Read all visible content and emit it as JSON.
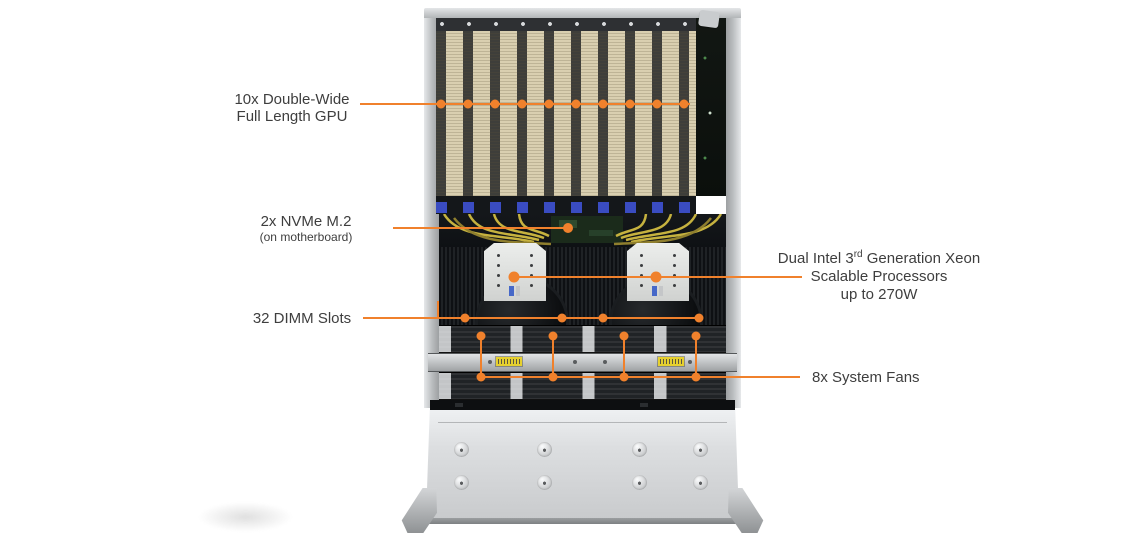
{
  "diagram": {
    "accent_color": "#f0812c",
    "text_color": "#3e3e3e",
    "callouts": {
      "gpu": {
        "line1": "10x Double-Wide",
        "line2": "Full Length GPU"
      },
      "nvme": {
        "line1": "2x NVMe M.2",
        "line2": "(on motherboard)"
      },
      "cpu": {
        "line1_prefix": "Dual Intel 3",
        "line1_sup": "rd",
        "line1_suffix": " Generation Xeon",
        "line2": "Scalable Processors",
        "line3": "up to 270W"
      },
      "dimm": {
        "line1": "32 DIMM Slots"
      },
      "fans": {
        "line1": "8x System Fans"
      }
    }
  }
}
